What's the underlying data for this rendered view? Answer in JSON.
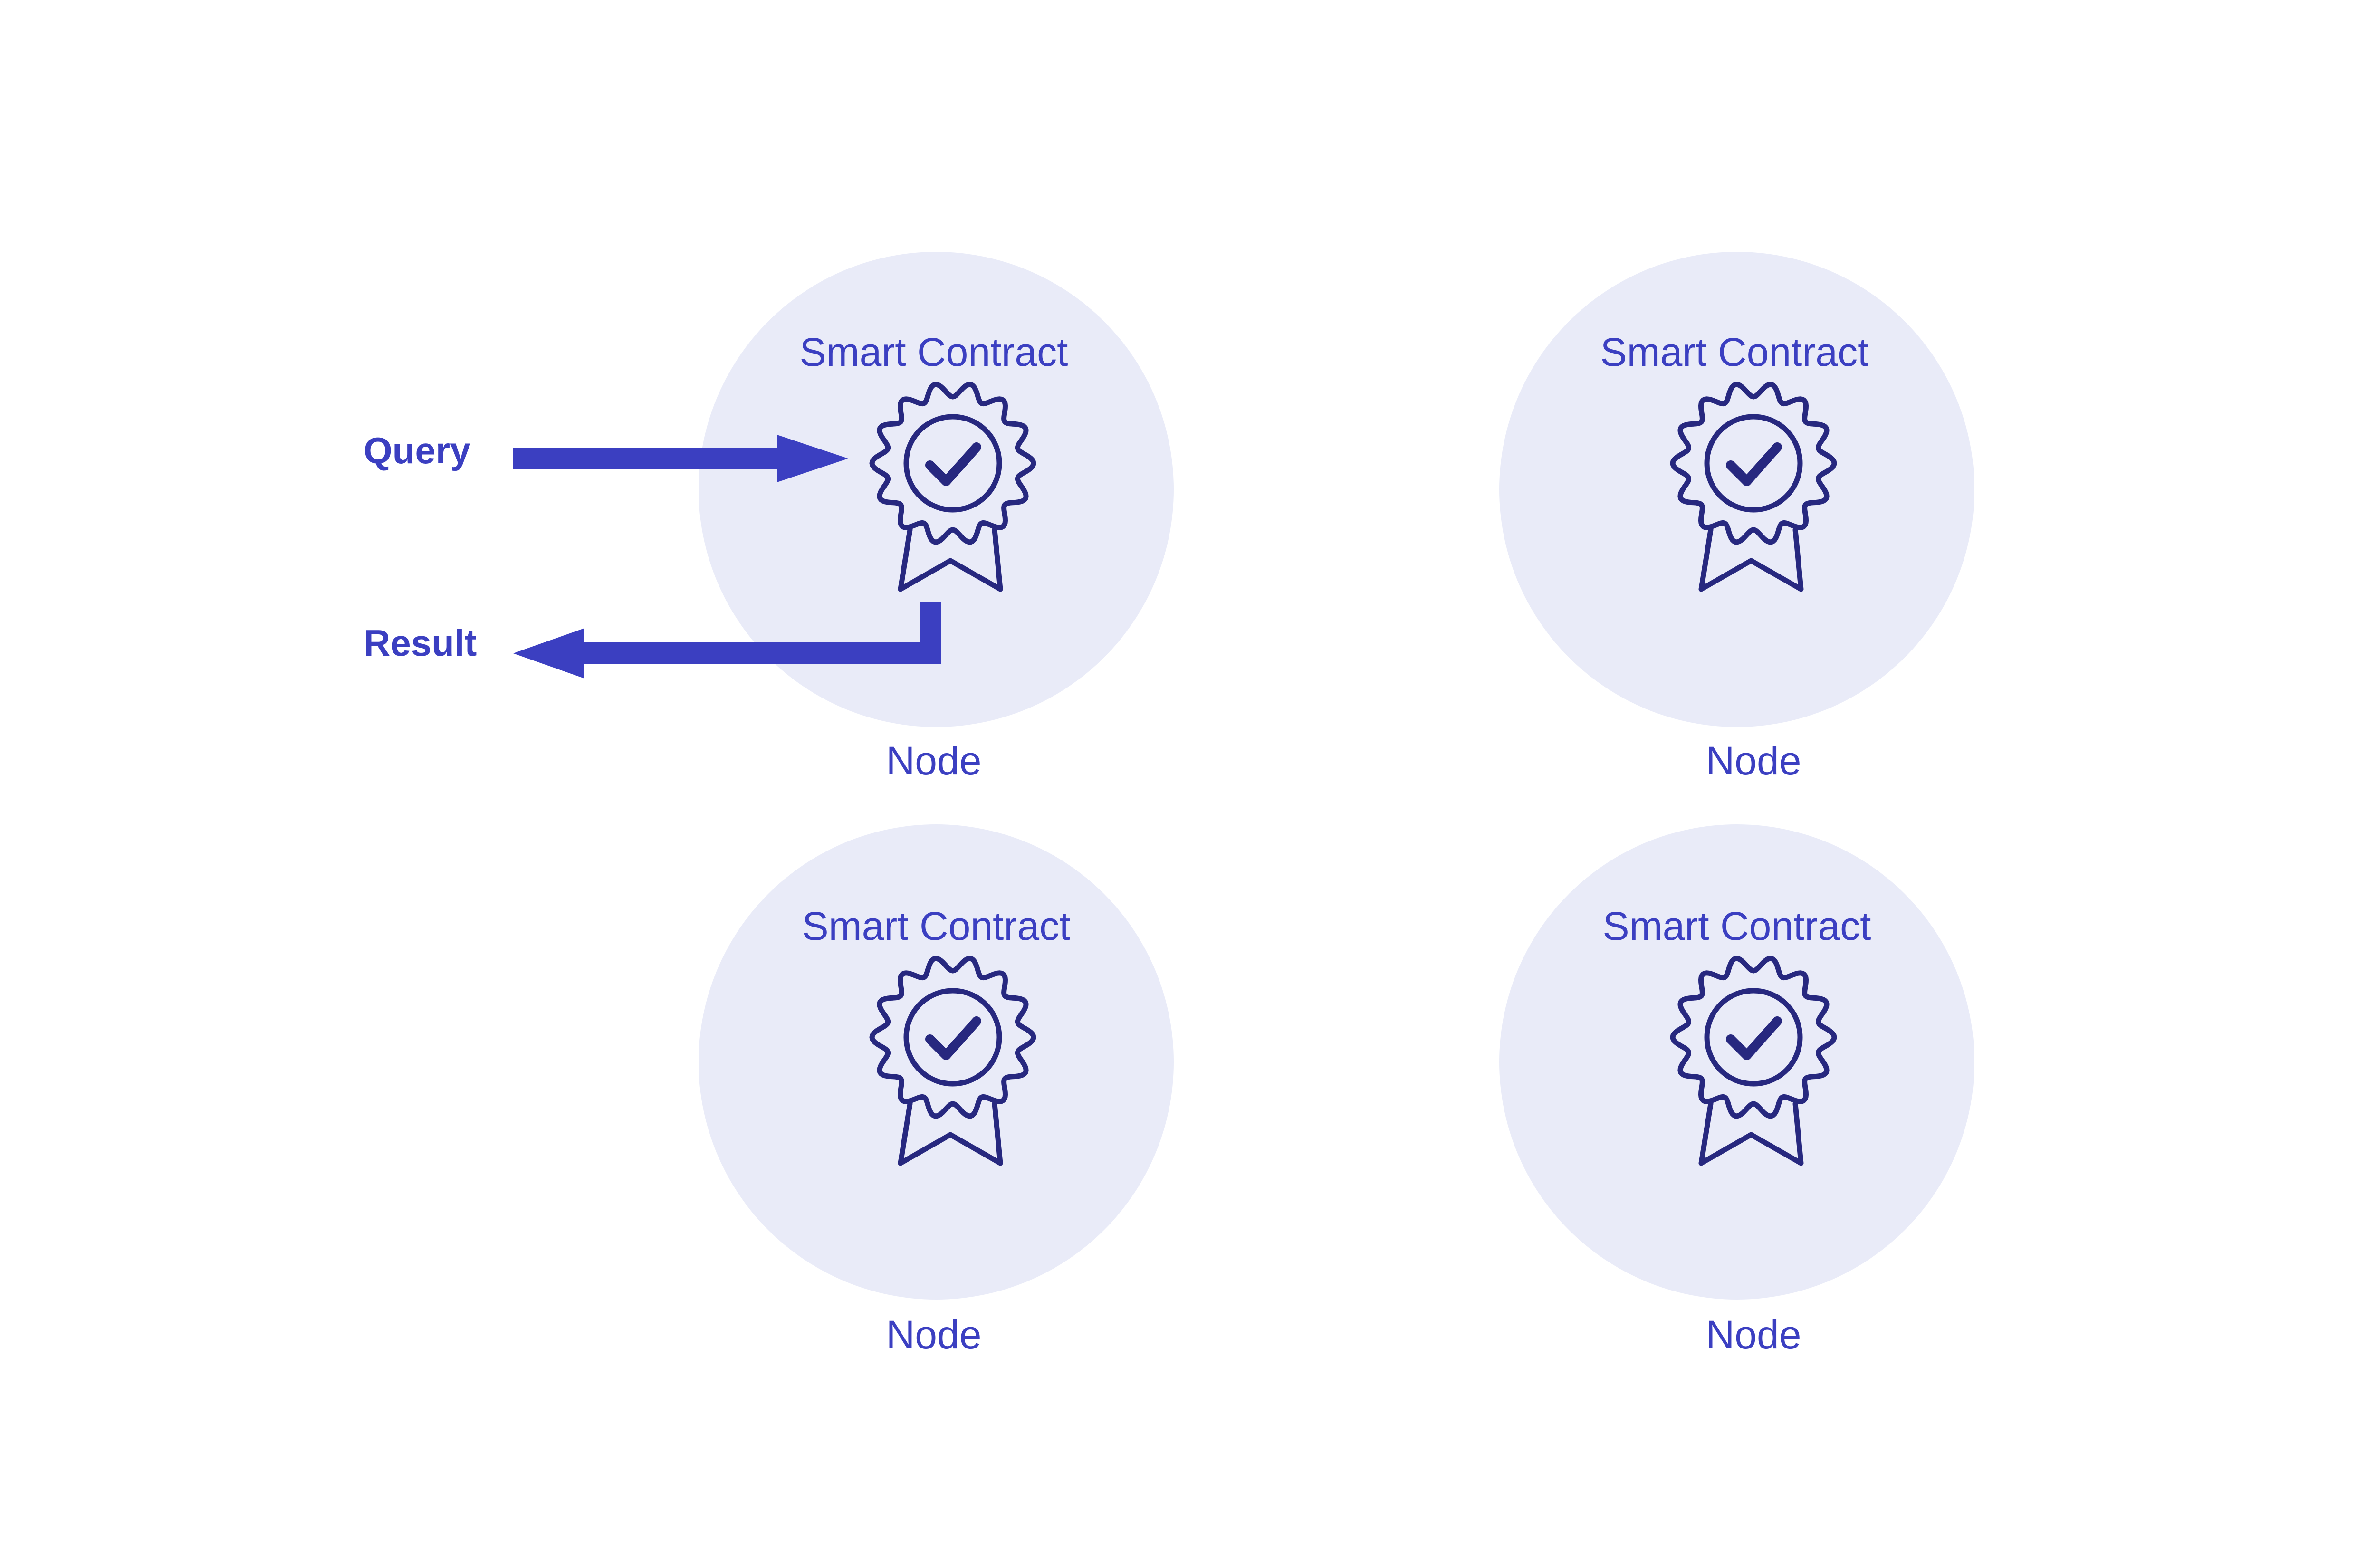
{
  "colors": {
    "background": "#ffffff",
    "node_fill": "#e9ebf8",
    "accent": "#3b3fc1",
    "icon_stroke": "#27287f"
  },
  "flow": {
    "query_label": "Query",
    "result_label": "Result"
  },
  "nodes": [
    {
      "contract_title": "Smart Contract",
      "node_label": "Node",
      "icon": "certificate-badge-icon"
    },
    {
      "contract_title": "Smart Contract",
      "node_label": "Node",
      "icon": "certificate-badge-icon"
    },
    {
      "contract_title": "Smart Contract",
      "node_label": "Node",
      "icon": "certificate-badge-icon"
    },
    {
      "contract_title": "Smart Contract",
      "node_label": "Node",
      "icon": "certificate-badge-icon"
    }
  ]
}
